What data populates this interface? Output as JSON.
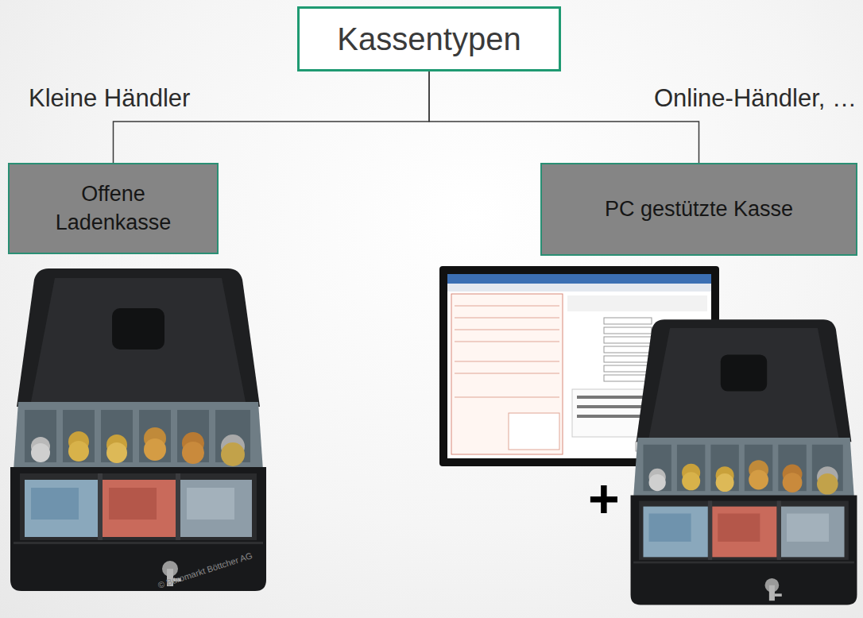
{
  "diagram": {
    "nodes": [
      {
        "text": [
          "Kassentypen"
        ]
      },
      {
        "text": [
          "Offene Ladenkasse"
        ]
      },
      {
        "text": [
          "PC gestützte Kasse"
        ]
      }
    ],
    "edges": [
      {
        "from": 0,
        "to": 1,
        "arrow": "none"
      },
      {
        "from": 0,
        "to": 2,
        "arrow": "none"
      }
    ],
    "labels": [
      "Kleine Händler",
      "Online-Händler, …",
      "+",
      "© Büromarkt Böttcher AG"
    ]
  }
}
